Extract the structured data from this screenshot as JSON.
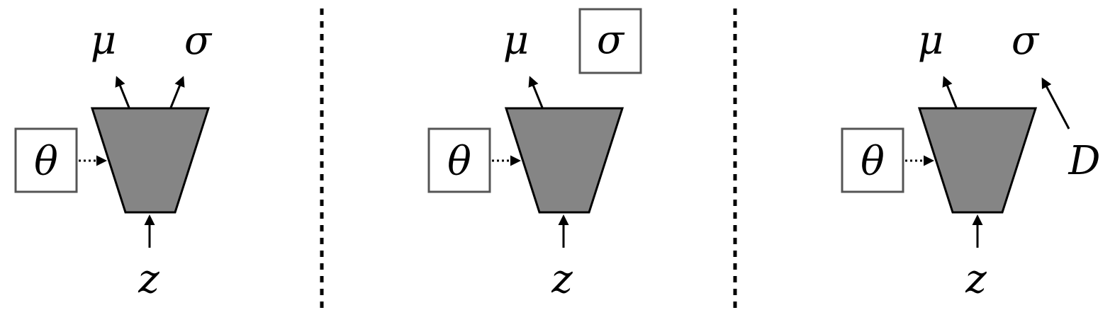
{
  "panels": [
    {
      "theta": "θ",
      "mu": "μ",
      "sigma": "σ",
      "z": "z",
      "sigma_boxed": false,
      "extra_label": ""
    },
    {
      "theta": "θ",
      "mu": "μ",
      "sigma": "σ",
      "z": "z",
      "sigma_boxed": true,
      "extra_label": ""
    },
    {
      "theta": "θ",
      "mu": "μ",
      "sigma": "σ",
      "z": "z",
      "sigma_boxed": false,
      "extra_label": "D"
    }
  ],
  "colors": {
    "network_fill": "#858585",
    "box_border": "#555555",
    "ink": "#000000"
  }
}
